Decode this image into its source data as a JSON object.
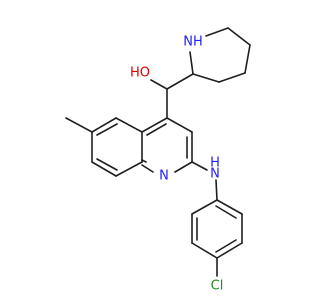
{
  "labels": {
    "oh": "HO",
    "nh_ring": "NH",
    "n_ring": "N",
    "n_amine": "N",
    "h_amine": "H",
    "cl": "Cl"
  },
  "colors": {
    "bond": "#1f1f1f",
    "oxygen": "#e00000",
    "nitrogen": "#2020ff",
    "chlorine": "#1e8f1e"
  }
}
